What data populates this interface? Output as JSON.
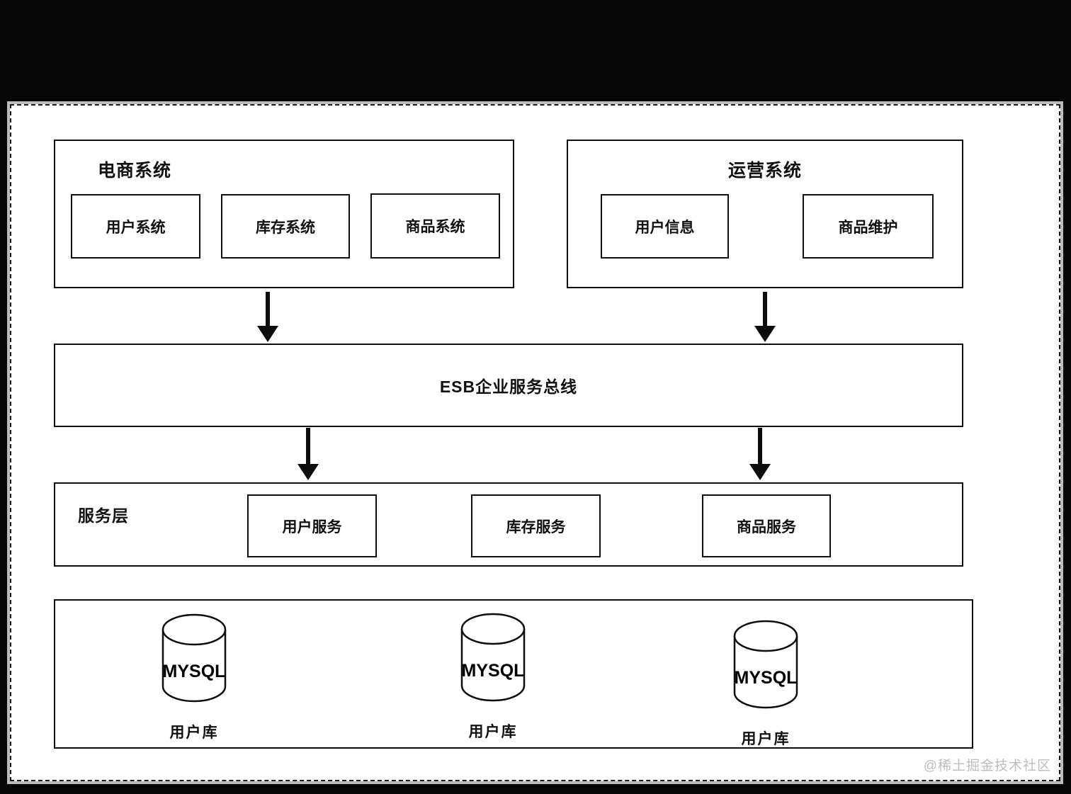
{
  "colors": {
    "page_background": "#050505",
    "canvas_background": "#ffffff",
    "stroke": "#0d0d0d",
    "watermark": "#bdbdbd"
  },
  "groups": {
    "ecommerce": {
      "title": "电商系统",
      "items": [
        {
          "label": "用户系统"
        },
        {
          "label": "库存系统"
        },
        {
          "label": "商品系统"
        }
      ]
    },
    "operations": {
      "title": "运营系统",
      "items": [
        {
          "label": "用户信息"
        },
        {
          "label": "商品维护"
        }
      ]
    }
  },
  "esb": {
    "label": "ESB企业服务总线"
  },
  "service_layer": {
    "title": "服务层",
    "items": [
      {
        "label": "用户服务"
      },
      {
        "label": "库存服务"
      },
      {
        "label": "商品服务"
      }
    ]
  },
  "data_layer": {
    "databases": [
      {
        "engine": "MYSQL",
        "label": "用户库"
      },
      {
        "engine": "MYSQL",
        "label": "用户库"
      },
      {
        "engine": "MYSQL",
        "label": "用户库"
      }
    ]
  },
  "watermark": "@稀土掘金技术社区"
}
